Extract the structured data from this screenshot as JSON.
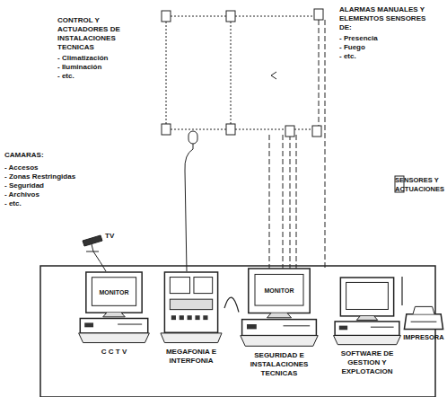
{
  "diagram": {
    "nodes": [
      {
        "text": [
          "MONITOR",
          "C C T V"
        ]
      },
      {
        "text": [
          "MEGAFONIA E INTERFONIA"
        ]
      },
      {
        "text": [
          "MONITOR",
          "SEGURIDAD E INSTALACIONES TECNICAS"
        ]
      },
      {
        "text": [
          "SOFTWARE DE GESTION Y EXPLOTACION"
        ]
      },
      {
        "text": [
          "IMPRESORA"
        ]
      }
    ],
    "edges": [
      {
        "from": 1,
        "to": 2,
        "arrow": "none"
      },
      {
        "from": 3,
        "to": 4,
        "arrow": "none"
      }
    ],
    "labels": [
      "CONTROL Y ACTUADORES DE INSTALACIONES TECNICAS",
      "- Climatización",
      "- Iluminación",
      "- etc.",
      "ALARMAS MANUALES Y ELEMENTOS SENSORES DE:",
      "- Presencia",
      "- Fuego",
      "- etc.",
      "CAMARAS:",
      "- Accesos",
      "- Zonas Restringidas",
      "- Seguridad",
      "- Archivos",
      "- etc.",
      "TV"
    ],
    "legend": [
      {
        "text": "SENSORES Y ACTUACIONES"
      }
    ]
  }
}
